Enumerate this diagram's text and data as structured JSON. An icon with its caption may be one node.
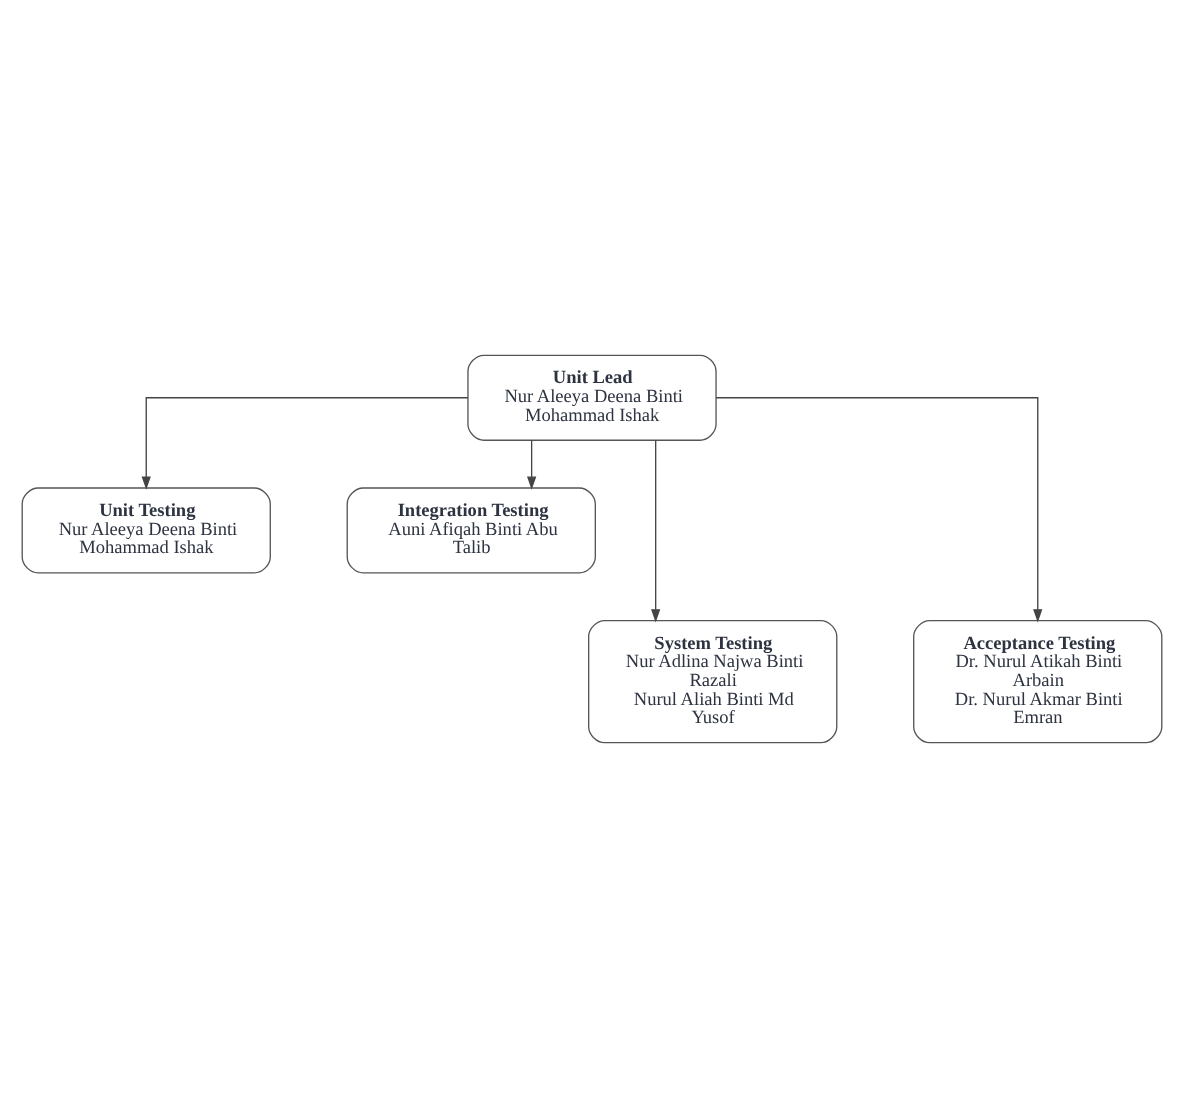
{
  "diagram": {
    "nodes": [
      {
        "text": [
          "Unit Lead",
          "Nur Aleeya Deena Binti Mohammad Ishak"
        ]
      },
      {
        "text": [
          "Unit Testing",
          "Nur Aleeya Deena Binti Mohammad Ishak"
        ]
      },
      {
        "text": [
          "Integration Testing",
          "Auni Afiqah Binti Abu Talib"
        ]
      },
      {
        "text": [
          "System Testing",
          "Nur Adlina Najwa Binti Razali",
          "Nurul Aliah Binti Md Yusof"
        ]
      },
      {
        "text": [
          "Acceptance Testing",
          "Dr. Nurul Atikah Binti Arbain",
          "Dr. Nurul Akmar Binti Emran"
        ]
      }
    ],
    "edges": [
      {
        "from": 0,
        "to": 1,
        "arrow": "to"
      },
      {
        "from": 0,
        "to": 2,
        "arrow": "to"
      },
      {
        "from": 0,
        "to": 3,
        "arrow": "to"
      },
      {
        "from": 0,
        "to": 4,
        "arrow": "to"
      }
    ]
  }
}
